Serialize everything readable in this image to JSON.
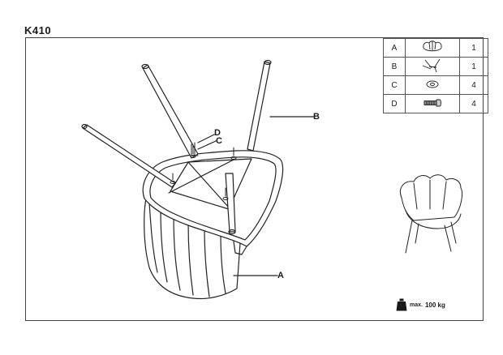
{
  "document": {
    "title": "K410"
  },
  "parts": [
    {
      "code": "A",
      "icon": "chair-seat-icon",
      "qty": "1"
    },
    {
      "code": "B",
      "icon": "chair-legs-icon",
      "qty": "1"
    },
    {
      "code": "C",
      "icon": "washer-icon",
      "qty": "4"
    },
    {
      "code": "D",
      "icon": "bolt-icon",
      "qty": "4"
    }
  ],
  "callouts": {
    "a": "A",
    "b": "B",
    "c": "C",
    "d": "D"
  },
  "max_load": {
    "prefix": "max.",
    "value": "100 kg"
  }
}
